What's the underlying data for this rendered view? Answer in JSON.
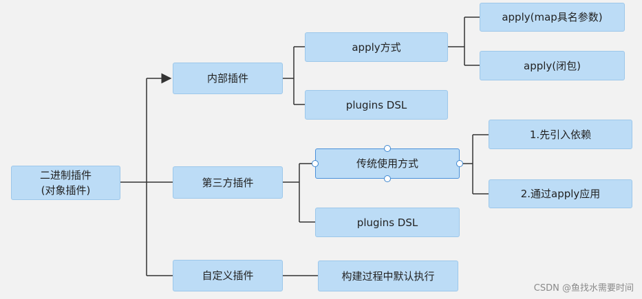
{
  "nodes": {
    "root": "二进制插件\n(对象插件)",
    "internal": "内部插件",
    "third_party": "第三方插件",
    "custom": "自定义插件",
    "apply_method": "apply方式",
    "plugins_dsl_1": "plugins DSL",
    "traditional": "传统使用方式",
    "plugins_dsl_2": "plugins DSL",
    "build_default": "构建过程中默认执行",
    "apply_map": "apply(map具名参数)",
    "apply_closure": "apply(闭包)",
    "step1": "1.先引入依赖",
    "step2": "2.通过apply应用"
  },
  "watermark": "CSDN @鱼找水需要时间",
  "colors": {
    "node_fill": "#bcdcf6",
    "node_border": "#9cc7ea",
    "connector": "#333333",
    "background": "#f2f2f2",
    "selection_handle": "#3d86cf"
  }
}
